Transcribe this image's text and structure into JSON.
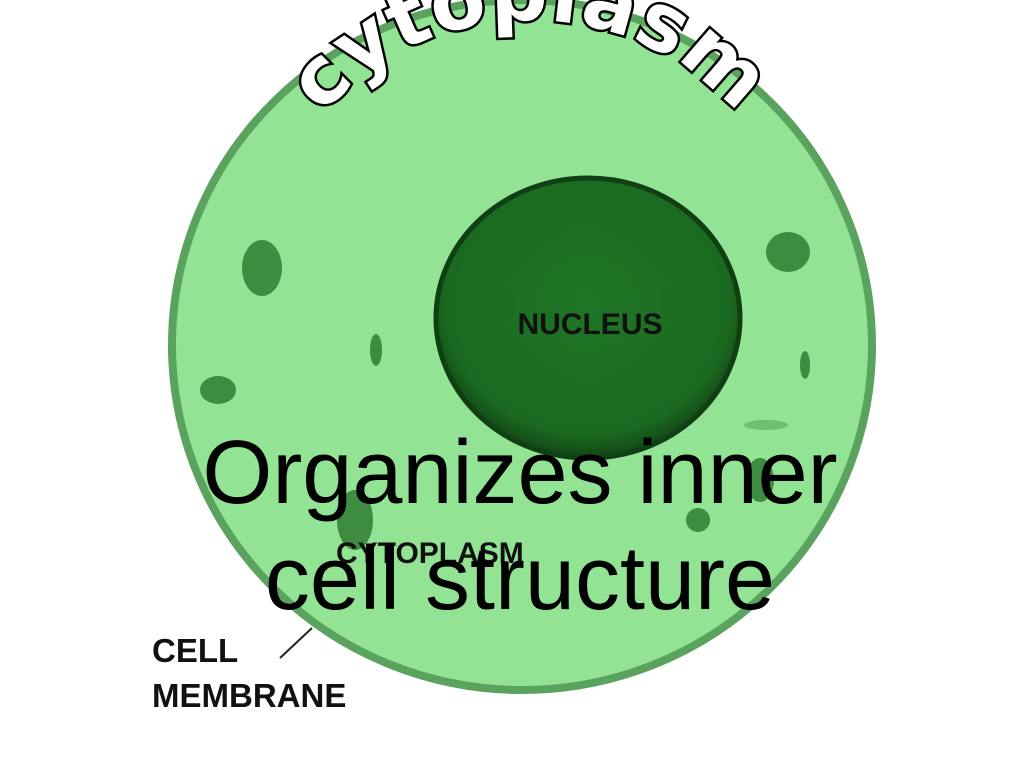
{
  "diagram": {
    "arc_title": "cytoplasm",
    "labels": {
      "nucleus": "NUCLEUS",
      "cytoplasm": "CYTOPLASM",
      "cell_membrane_line1": "CELL",
      "cell_membrane_line2": "MEMBRANE"
    },
    "colors": {
      "cell_fill": "#93e394",
      "cell_edge": "#5aa35f",
      "nucleus_fill": "#1d6e23",
      "nucleus_edge": "#0f3f12",
      "organelle": "#3d8c42"
    }
  },
  "caption": {
    "line1": "Organizes inner",
    "line2": "cell structure"
  }
}
